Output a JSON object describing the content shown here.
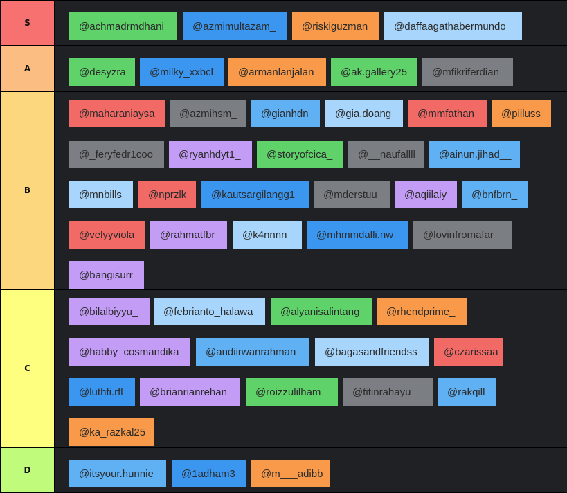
{
  "tiers": [
    {
      "label": "S",
      "color": "#f87171",
      "items": [
        {
          "text": "@achmadrmdhani",
          "color": "#5fd36a"
        },
        {
          "text": "@azmimultazam_",
          "color": "#3b96f0"
        },
        {
          "text": "@riskiguzman",
          "color": "#f89a49"
        },
        {
          "text": "@daffaagathabermundo",
          "color": "#a7d5fb"
        }
      ]
    },
    {
      "label": "A",
      "color": "#fbbd81",
      "items": [
        {
          "text": "@desyzra",
          "color": "#5fd36a"
        },
        {
          "text": "@milky_xxbcl",
          "color": "#3b96f0"
        },
        {
          "text": "@armanlanjalan",
          "color": "#f89a49"
        },
        {
          "text": "@ak.gallery25",
          "color": "#5fd36a"
        },
        {
          "text": "@mfikriferdian",
          "color": "#7b7f84"
        }
      ]
    },
    {
      "label": "B",
      "color": "#fcd77d",
      "items": [
        {
          "text": "@maharaniaysa",
          "color": "#f16a66"
        },
        {
          "text": "@azmihsm_",
          "color": "#7b7f84"
        },
        {
          "text": "@gianhdn",
          "color": "#60b1f4"
        },
        {
          "text": "@gia.doang",
          "color": "#a7d5fb"
        },
        {
          "text": "@mmfathan",
          "color": "#f16a66"
        },
        {
          "text": "@piiluss",
          "color": "#f89a49"
        },
        {
          "text": "@_feryfedr1coo",
          "color": "#7b7f84"
        },
        {
          "text": "@ryanhdyt1_",
          "color": "#c39cf5"
        },
        {
          "text": "@storyofcica_",
          "color": "#5fd36a"
        },
        {
          "text": "@__naufallll",
          "color": "#7b7f84"
        },
        {
          "text": "@ainun.jihad__",
          "color": "#60b1f4"
        },
        {
          "text": "@mnbills",
          "color": "#a7d5fb"
        },
        {
          "text": "@nprzlk",
          "color": "#f16a66"
        },
        {
          "text": "@kautsargilangg1",
          "color": "#3b96f0"
        },
        {
          "text": "@mderstuu",
          "color": "#7b7f84"
        },
        {
          "text": "@aqiilaiy",
          "color": "#c39cf5"
        },
        {
          "text": "@bnfbrn_",
          "color": "#60b1f4"
        },
        {
          "text": "@velyyviola",
          "color": "#f16a66"
        },
        {
          "text": "@rahmatfbr",
          "color": "#c39cf5"
        },
        {
          "text": "@k4nnnn_",
          "color": "#a7d5fb"
        },
        {
          "text": "@mhmmdalli.nw",
          "color": "#3b96f0"
        },
        {
          "text": "@lovinfromafar_",
          "color": "#7b7f84"
        },
        {
          "text": "@bangisurr",
          "color": "#c39cf5"
        }
      ]
    },
    {
      "label": "C",
      "color": "#fefe7f",
      "items": [
        {
          "text": "@bilalbiyyu_",
          "color": "#c39cf5"
        },
        {
          "text": "@febrianto_halawa",
          "color": "#a7d5fb"
        },
        {
          "text": "@alyanisalintang",
          "color": "#5fd36a"
        },
        {
          "text": "@rhendprime_",
          "color": "#f89a49"
        },
        {
          "text": "@habby_cosmandika",
          "color": "#c39cf5"
        },
        {
          "text": "@andiirwanrahman",
          "color": "#60b1f4"
        },
        {
          "text": "@bagasandfriendss",
          "color": "#a7d5fb"
        },
        {
          "text": "@czarissaa",
          "color": "#f16a66"
        },
        {
          "text": "@luthfi.rfl",
          "color": "#3b96f0"
        },
        {
          "text": "@brianrianrehan",
          "color": "#c39cf5"
        },
        {
          "text": "@roizzulilham_",
          "color": "#5fd36a"
        },
        {
          "text": "@titinrahayu__",
          "color": "#7b7f84"
        },
        {
          "text": "@rakqill",
          "color": "#60b1f4"
        },
        {
          "text": "@ka_razkal25",
          "color": "#f89a49"
        }
      ]
    },
    {
      "label": "D",
      "color": "#c1fb7c",
      "items": [
        {
          "text": "@itsyour.hunnie",
          "color": "#60b1f4"
        },
        {
          "text": "@1adham3",
          "color": "#3b96f0"
        },
        {
          "text": "@m___adibb",
          "color": "#f89a49"
        }
      ]
    }
  ]
}
